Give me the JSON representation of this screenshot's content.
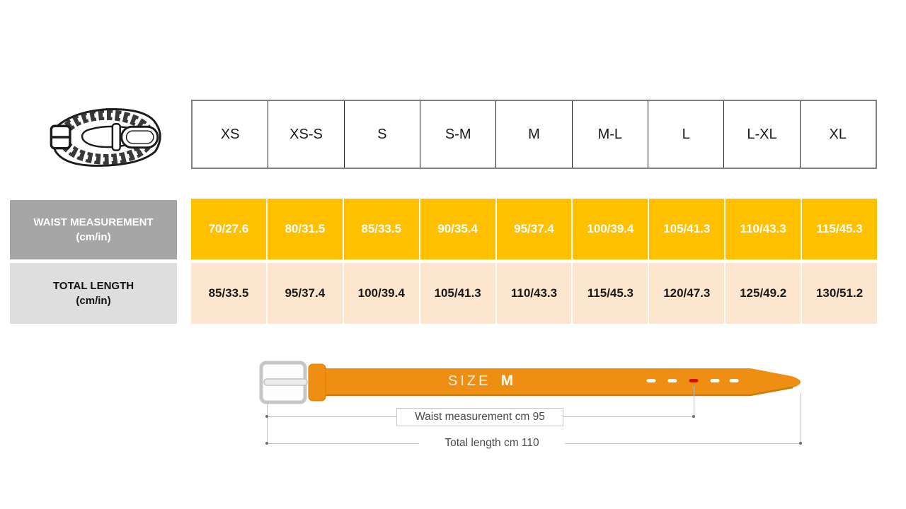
{
  "header_row": {
    "sizes": [
      "XS",
      "XS-S",
      "S",
      "S-M",
      "M",
      "M-L",
      "L",
      "L-XL",
      "XL"
    ]
  },
  "measurement_table": {
    "rows": [
      {
        "label": "WAIST MEASUREMENT",
        "unit": "(cm/in)",
        "values": [
          "70/27.6",
          "80/31.5",
          "85/33.5",
          "90/35.4",
          "95/37.4",
          "100/39.4",
          "105/41.3",
          "110/43.3",
          "115/45.3"
        ]
      },
      {
        "label": "TOTAL LENGTH",
        "unit": "(cm/in)",
        "values": [
          "85/33.5",
          "95/37.4",
          "100/39.4",
          "105/41.3",
          "110/43.3",
          "115/45.3",
          "120/47.3",
          "125/49.2",
          "130/51.2"
        ]
      }
    ]
  },
  "belt_diagram": {
    "size_label": "SIZE",
    "size_value": "M",
    "waist_annotation": "Waist measurement cm 95",
    "length_annotation": "Total length cm 110"
  },
  "colors": {
    "waist_cell": "#ffc000",
    "length_cell": "#fce6cf",
    "waist_label_bg": "#a6a6a6",
    "length_label_bg": "#dedede",
    "belt_orange": "#ee8e12",
    "hole_red": "#cf1500",
    "annotation_gray": "#4a4a4a"
  },
  "icons": {
    "belt_illustration": "braided-belt-icon",
    "buckle": "belt-buckle-icon"
  }
}
